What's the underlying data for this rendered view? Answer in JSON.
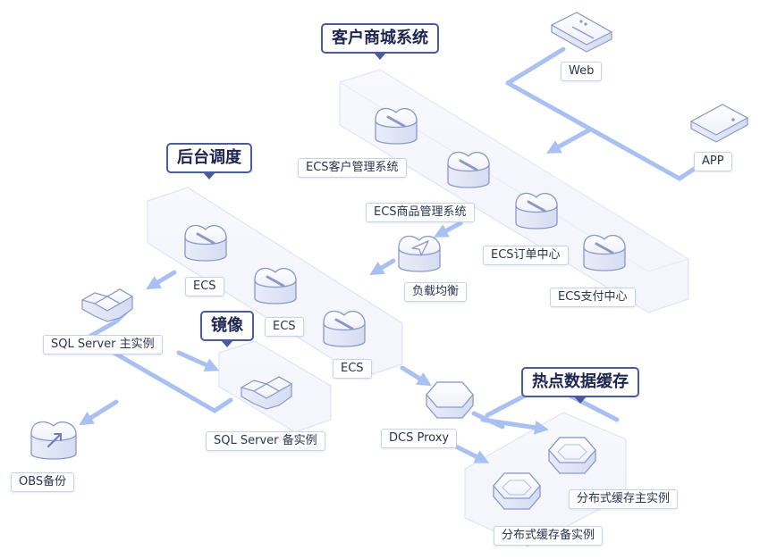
{
  "titles": {
    "customer_mall": "客户商城系统",
    "backend": "后台调度",
    "mirror": "镜像",
    "hot_cache": "热点数据缓存"
  },
  "labels": {
    "web": "Web",
    "app": "APP",
    "ecs_customer": "ECS客户管理系统",
    "ecs_product": "ECS商品管理系统",
    "ecs_order": "ECS订单中心",
    "ecs_payment": "ECS支付中心",
    "load_balancer": "负载均衡",
    "ecs_1": "ECS",
    "ecs_2": "ECS",
    "ecs_3": "ECS",
    "sql_primary": "SQL Server 主实例",
    "sql_standby": "SQL Server 备实例",
    "obs_backup": "OBS备份",
    "dcs_proxy": "DCS Proxy",
    "cache_primary": "分布式缓存主实例",
    "cache_standby": "分布式缓存备实例"
  },
  "colors": {
    "flow_line": "#a9c0f2",
    "outline": "#8d98c7",
    "title_border": "#4a5aa0"
  }
}
